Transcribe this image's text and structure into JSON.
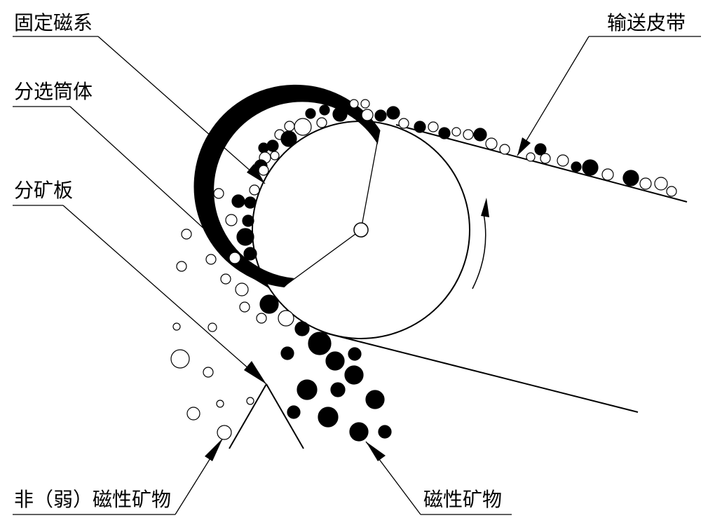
{
  "labels": {
    "fixed_magnet": "固定磁系",
    "conveyor_belt": "输送皮带",
    "separation_drum": "分选筒体",
    "splitter_plate": "分矿板",
    "nonmagnetic_minerals": "非（弱）磁性矿物",
    "magnetic_minerals": "磁性矿物"
  },
  "colors": {
    "ink": "#000000",
    "background": "#ffffff"
  },
  "icons": {
    "rotation": "rotation-arrow-icon",
    "magnetic_particle": "filled-circle",
    "nonmagnetic_particle": "hollow-circle"
  }
}
